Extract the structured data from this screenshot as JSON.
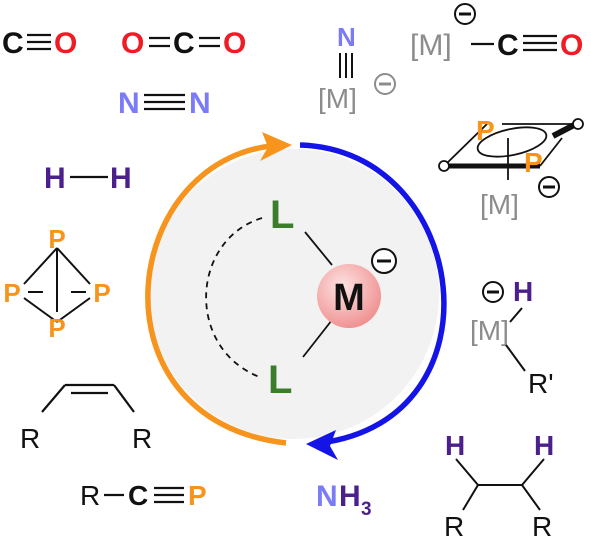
{
  "colors": {
    "red": "#ee1c24",
    "black": "#111111",
    "blue": "#7b7cf5",
    "purple": "#4b1f8c",
    "gray": "#8c8c8c",
    "orange": "#f7941d",
    "green": "#3b7d2b",
    "arrow_orange": "#f7941d",
    "arrow_blue": "#1414e6",
    "disk": "#f2f2f2",
    "metal": "#f3a5a5"
  },
  "center": {
    "metal": "M",
    "charge": "⊖",
    "ligand_top": "L",
    "ligand_bottom": "L"
  },
  "co": {
    "c": "C",
    "o": "O"
  },
  "co2": {
    "o1": "O",
    "c": "C",
    "o2": "O"
  },
  "n2": {
    "n1": "N",
    "n2": "N"
  },
  "h2": {
    "h1": "H",
    "h2": "H"
  },
  "p4": {
    "top": "P",
    "left": "P",
    "right": "P",
    "bottom": "P"
  },
  "alkene": {
    "r_left": "R",
    "r_right": "R"
  },
  "phosphaalkyne": {
    "r": "R",
    "c": "C",
    "p": "P"
  },
  "nh3": {
    "n": "N",
    "h3": "H",
    "sub": "3"
  },
  "metal_n2": {
    "n": "N",
    "m": "[M]",
    "charge": "⊖"
  },
  "metal_co": {
    "m": "[M]",
    "charge": "⊖",
    "c": "C",
    "o": "O"
  },
  "metal_p2": {
    "p1": "P",
    "p2": "P",
    "m": "[M]",
    "charge": "⊖"
  },
  "metal_hydride": {
    "charge": "⊖",
    "h": "H",
    "m": "[M]",
    "r": "R'"
  },
  "alkane": {
    "h1": "H",
    "h2": "H",
    "r1": "R",
    "r2": "R"
  }
}
